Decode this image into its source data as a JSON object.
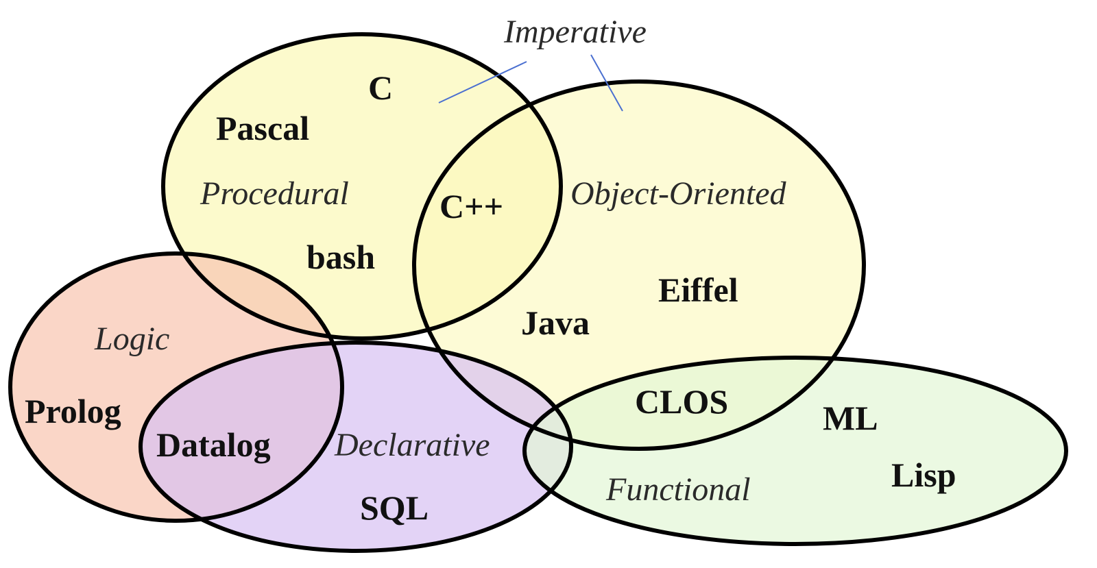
{
  "paradigms": {
    "imperative": "Imperative",
    "procedural": "Procedural",
    "object_oriented": "Object-Oriented",
    "logic": "Logic",
    "declarative": "Declarative",
    "functional": "Functional"
  },
  "languages": {
    "c": "C",
    "pascal": "Pascal",
    "bash": "bash",
    "cpp": "C++",
    "eiffel": "Eiffel",
    "java": "Java",
    "clos": "CLOS",
    "prolog": "Prolog",
    "datalog": "Datalog",
    "sql": "SQL",
    "ml": "ML",
    "lisp": "Lisp"
  },
  "colors": {
    "procedural_fill": "#fbf8bb",
    "object_oriented_fill": "#fbf8bb",
    "logic_fill": "#f8c8b4",
    "declarative_fill": "#d7c1f2",
    "functional_fill": "#e2f6d6",
    "outline": "#000000",
    "pointer_line": "#4a6fd0"
  }
}
